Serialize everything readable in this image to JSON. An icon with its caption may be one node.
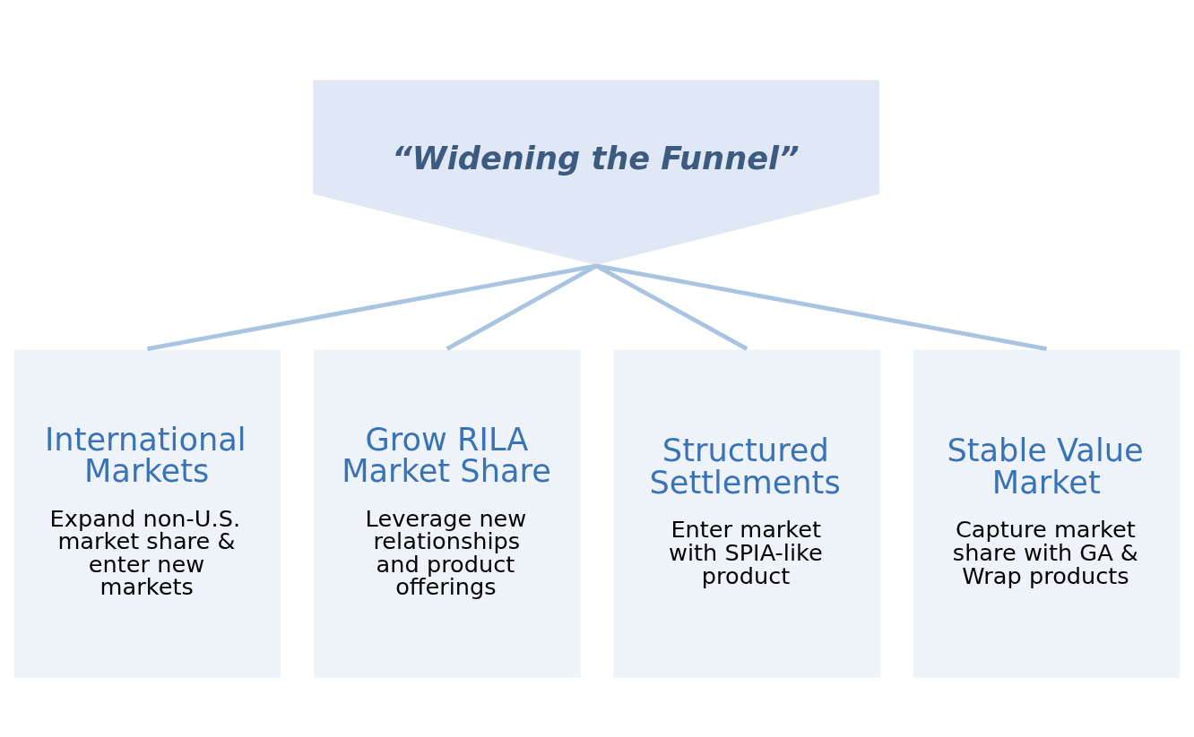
{
  "diagram": {
    "nodes": [
      {
        "text": [
          "“Widening the Funnel”"
        ]
      },
      {
        "text": [
          "International Markets",
          "Expand non-U.S. market share & enter new markets"
        ]
      },
      {
        "text": [
          "Grow RILA Market Share",
          "Leverage new relationships and product offerings"
        ]
      },
      {
        "text": [
          "Structured Settlements",
          "Enter market with SPIA-like product"
        ]
      },
      {
        "text": [
          "Stable Value Market",
          "Capture market share with GA & Wrap products"
        ]
      }
    ],
    "edges": [
      {
        "from": 0,
        "to": 1,
        "arrow": "none"
      },
      {
        "from": 0,
        "to": 2,
        "arrow": "none"
      },
      {
        "from": 0,
        "to": 3,
        "arrow": "none"
      },
      {
        "from": 0,
        "to": 4,
        "arrow": "none"
      }
    ]
  }
}
